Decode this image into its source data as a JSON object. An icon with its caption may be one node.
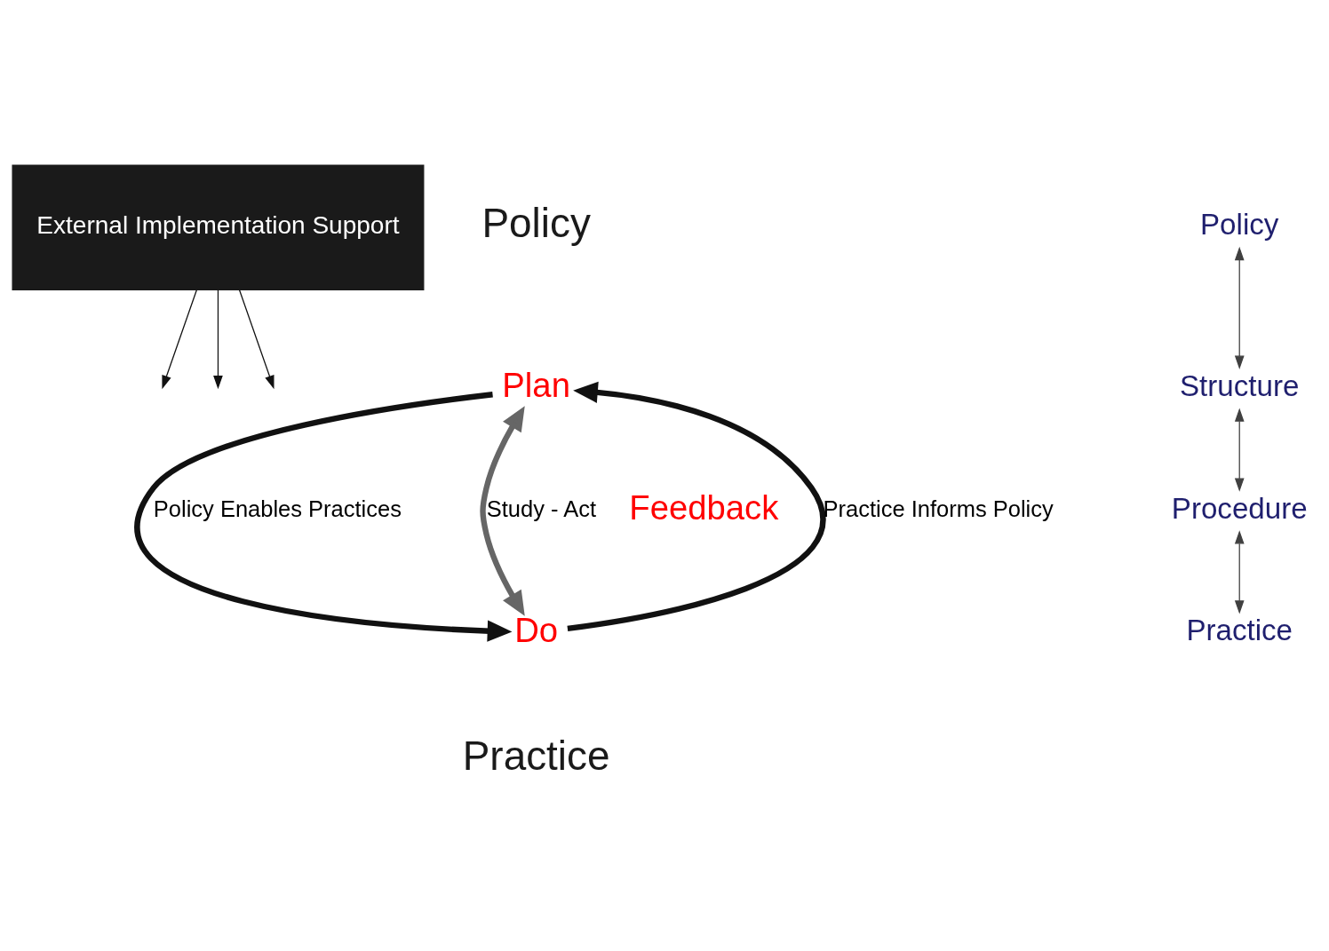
{
  "diagram": {
    "nodes": [
      {
        "text": [
          "External Implementation Support"
        ]
      },
      {
        "text": [
          "Plan"
        ]
      },
      {
        "text": [
          "Do"
        ]
      },
      {
        "text": [
          "Policy"
        ]
      },
      {
        "text": [
          "Structure"
        ]
      },
      {
        "text": [
          "Procedure"
        ]
      },
      {
        "text": [
          "Practice"
        ]
      }
    ],
    "edges": [
      {
        "from": 2,
        "to": 1,
        "arrow": "to",
        "label": "Practice Informs Policy",
        "style": "thick"
      },
      {
        "from": 1,
        "to": 2,
        "arrow": "to",
        "label": "Policy Enables Practices",
        "style": "thick"
      },
      {
        "from": 1,
        "to": 2,
        "arrow": "both",
        "label": "Study - Act",
        "style": "thick",
        "color": "#666666"
      },
      {
        "from": 3,
        "to": 4,
        "arrow": "both",
        "color": "#404040"
      },
      {
        "from": 4,
        "to": 5,
        "arrow": "both",
        "color": "#404040"
      },
      {
        "from": 5,
        "to": 6,
        "arrow": "both",
        "color": "#404040"
      },
      {
        "from": 0,
        "to": null,
        "arrow": "to"
      },
      {
        "from": 0,
        "to": null,
        "arrow": "to"
      },
      {
        "from": 0,
        "to": null,
        "arrow": "to"
      }
    ],
    "labels": [
      "Policy",
      "Feedback",
      "Practice"
    ]
  }
}
